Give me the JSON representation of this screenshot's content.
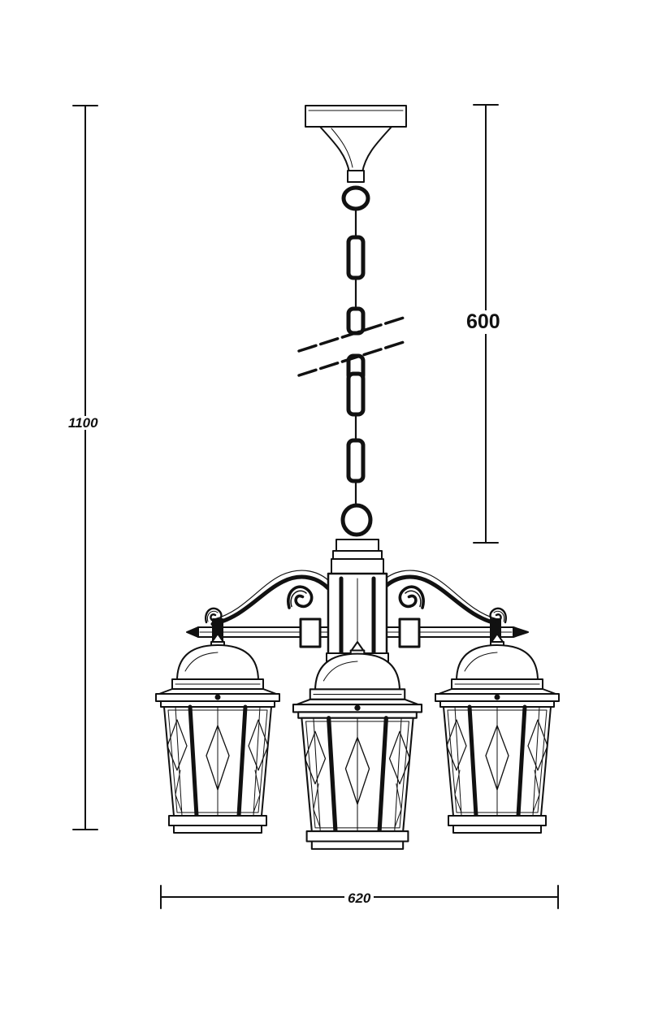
{
  "dimensions": {
    "total_height": "1100",
    "chain_length": "600",
    "overall_width": "620"
  },
  "colors": {
    "line": "#111111",
    "background": "#ffffff"
  }
}
